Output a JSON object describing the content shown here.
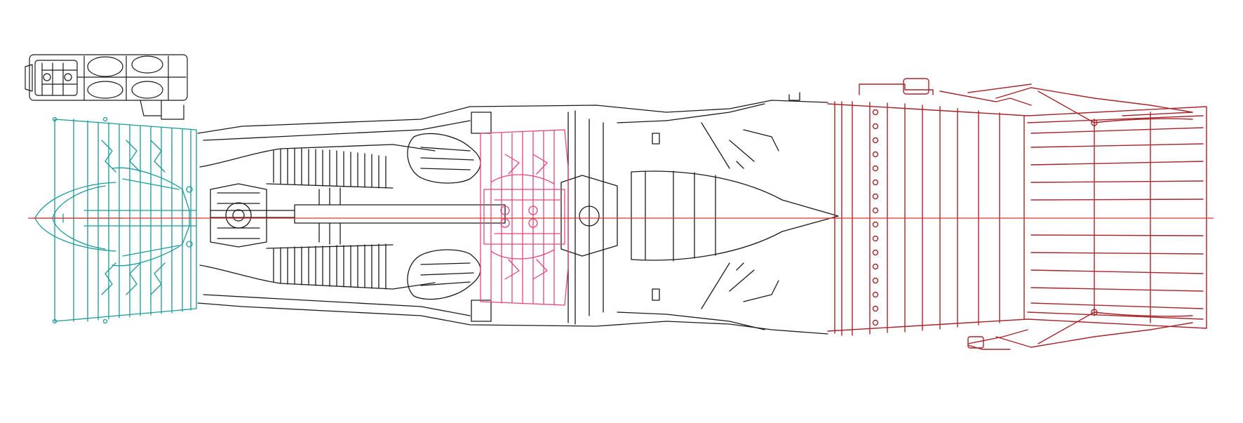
{
  "diagram": {
    "kind": "turbofan engine cross-section line drawing",
    "background": "#ffffff",
    "colors": {
      "outline": "#1a1a1a",
      "fan_section": "#1a9a9a",
      "turbine_section": "#e8447a",
      "afterburner_nozzle": "#a8242a",
      "centerline": "#e03030"
    },
    "sections": [
      {
        "id": "accessory-gearbox",
        "color_key": "outline"
      },
      {
        "id": "fan",
        "color_key": "fan_section"
      },
      {
        "id": "high-pressure-compressor",
        "color_key": "outline"
      },
      {
        "id": "combustor",
        "color_key": "outline"
      },
      {
        "id": "turbine",
        "color_key": "turbine_section"
      },
      {
        "id": "exhaust-cone",
        "color_key": "outline"
      },
      {
        "id": "afterburner-and-nozzle",
        "color_key": "afterburner_nozzle"
      }
    ],
    "text_labels": []
  }
}
